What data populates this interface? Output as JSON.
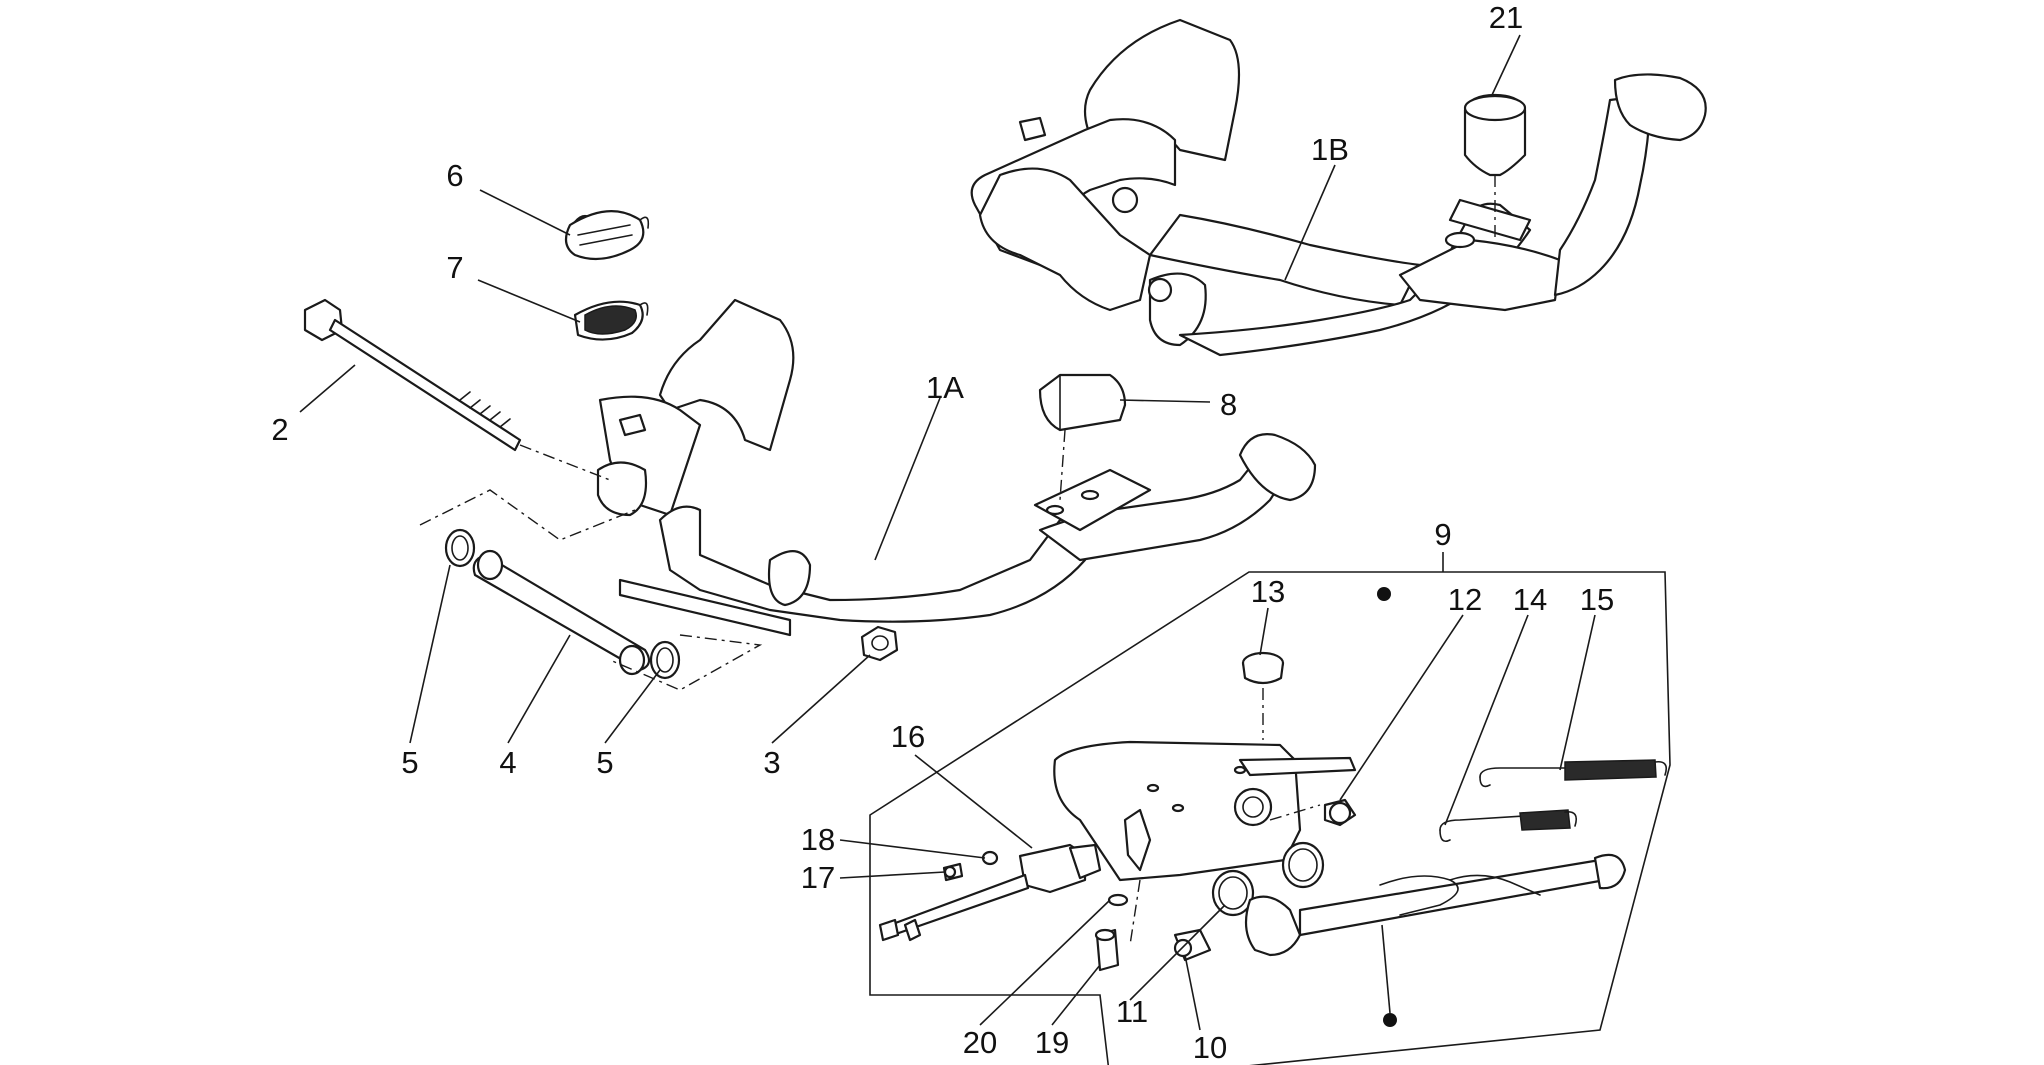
{
  "callouts": {
    "c_1A": "1A",
    "c_1B": "1B",
    "c_2": "2",
    "c_3": "3",
    "c_4": "4",
    "c_5a": "5",
    "c_5b": "5",
    "c_6": "6",
    "c_7": "7",
    "c_8": "8",
    "c_9": "9",
    "c_10": "10",
    "c_11": "11",
    "c_12": "12",
    "c_13": "13",
    "c_14": "14",
    "c_15": "15",
    "c_16": "16",
    "c_17": "17",
    "c_18": "18",
    "c_19": "19",
    "c_20": "20",
    "c_21": "21"
  },
  "colors": {
    "line": "#1a1a1a",
    "background": "#ffffff"
  }
}
